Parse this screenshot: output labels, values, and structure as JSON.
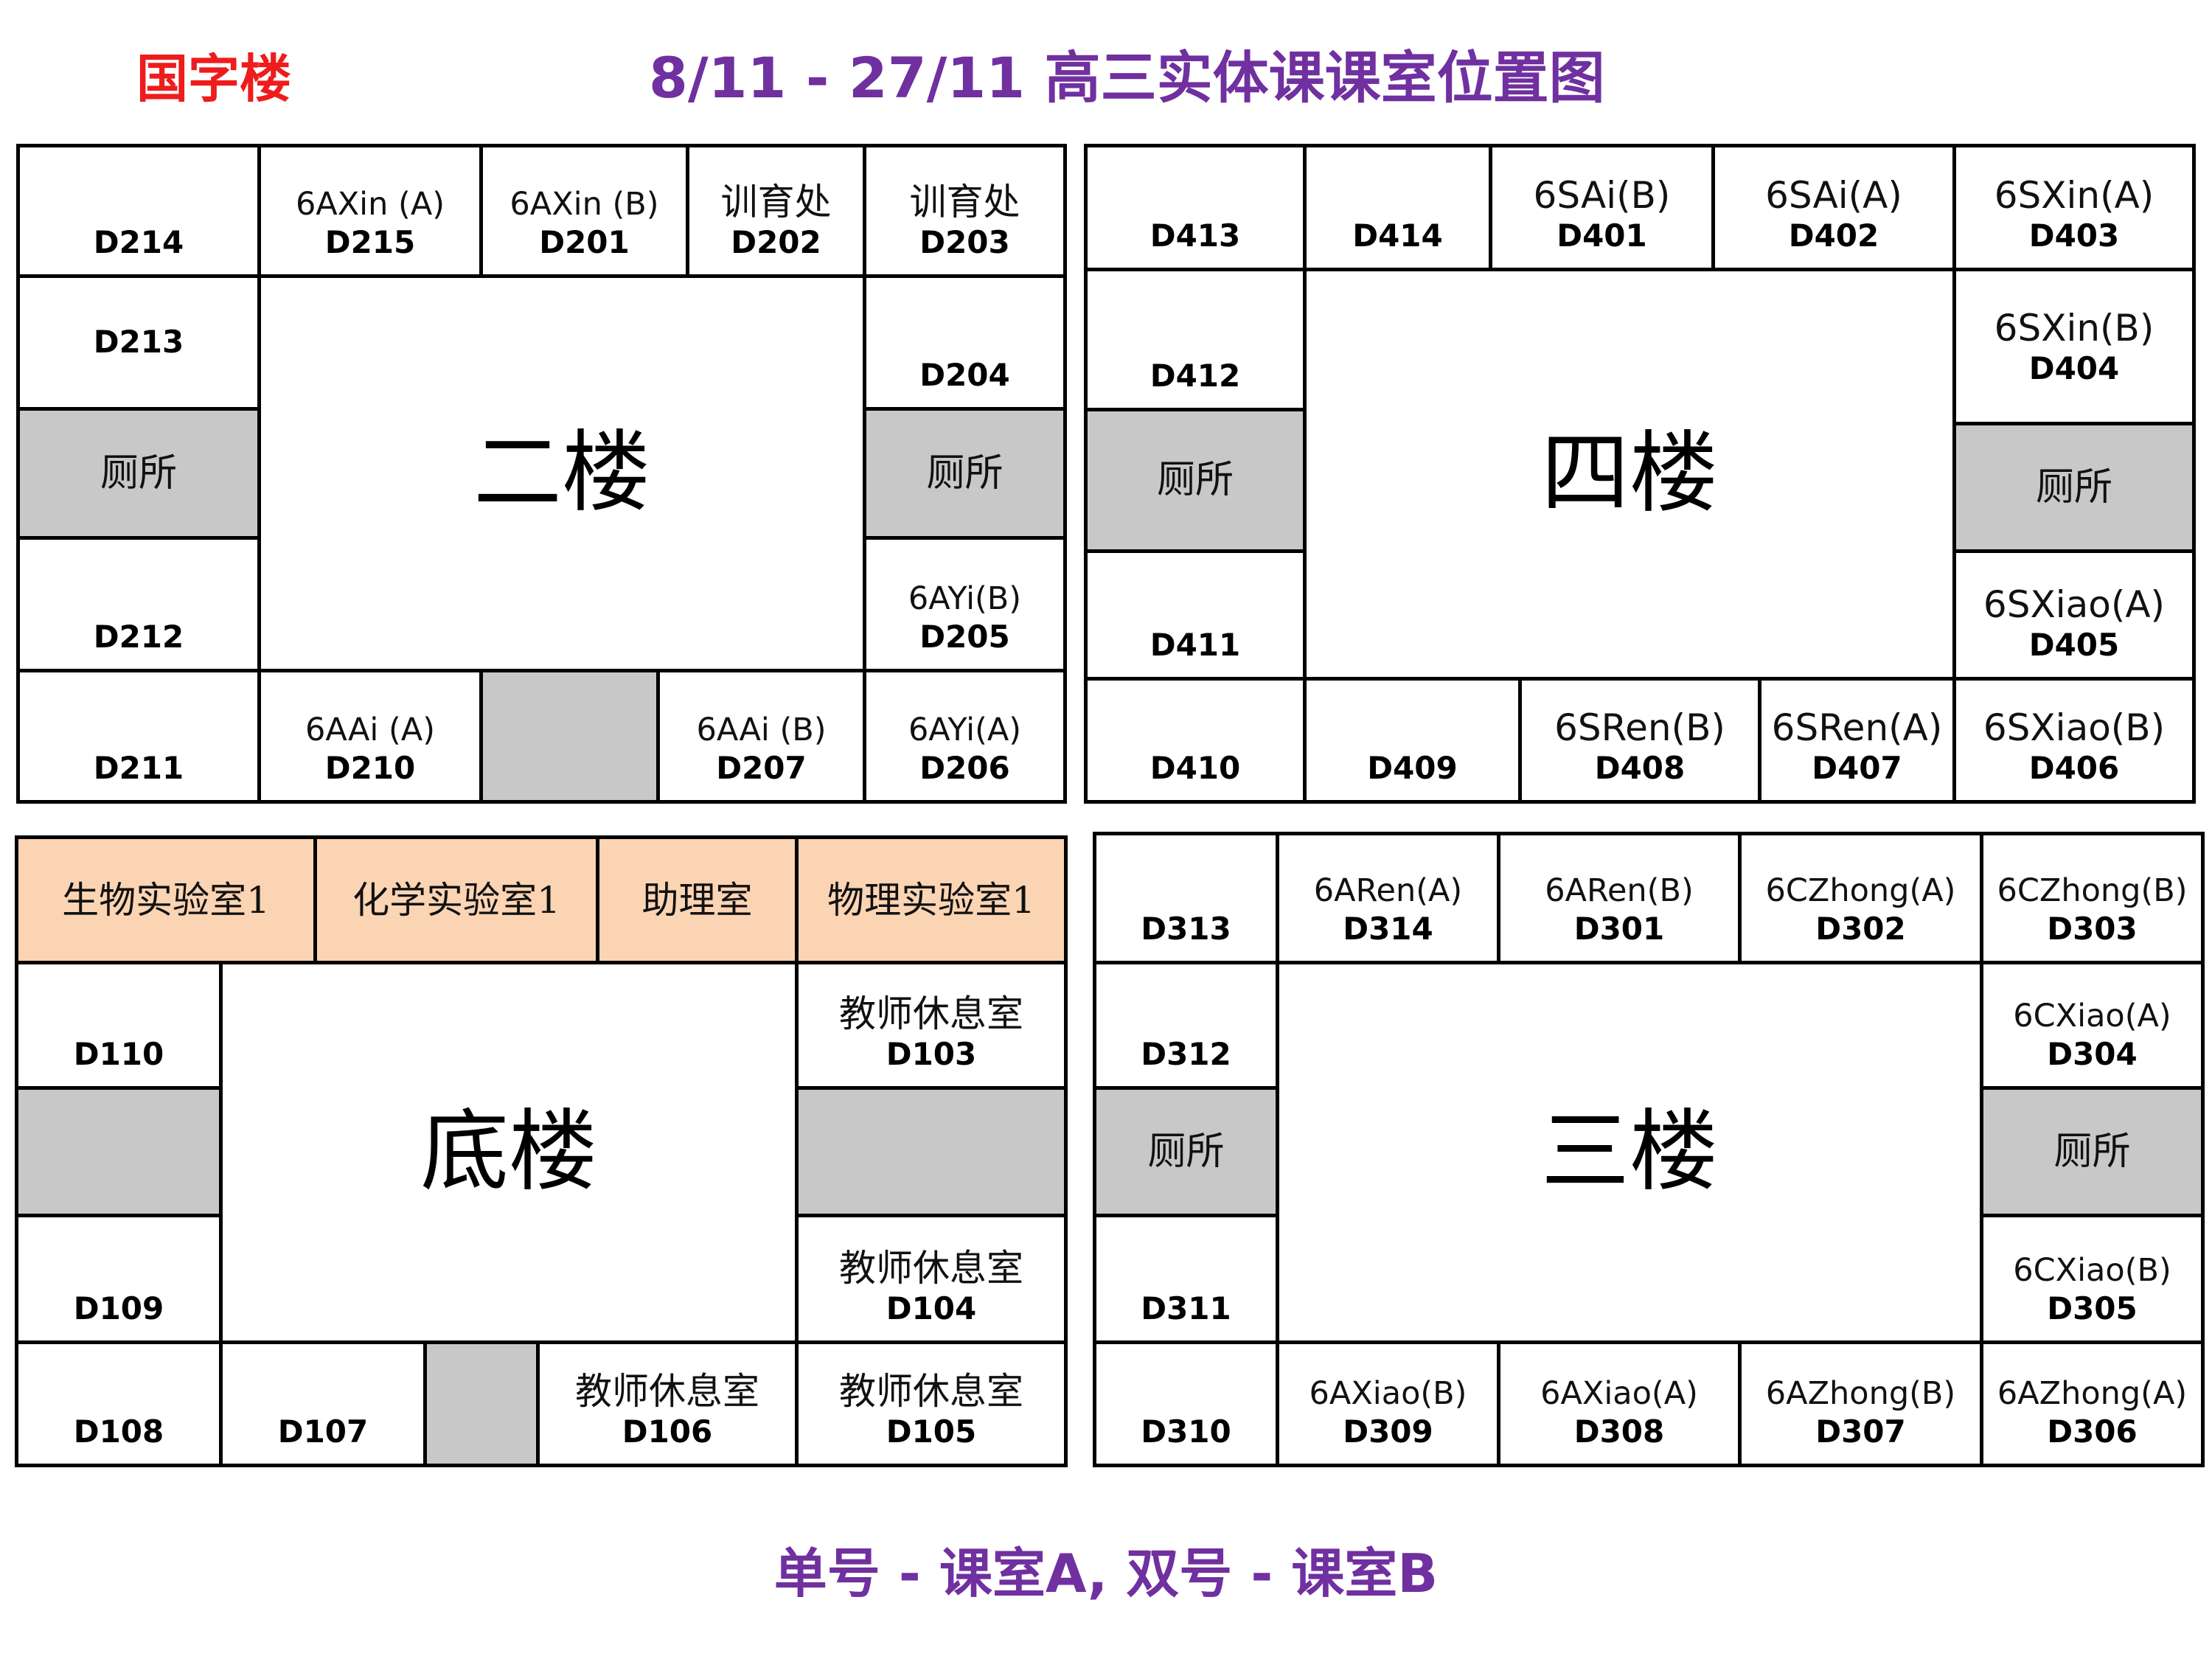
{
  "header": {
    "building": "国字楼",
    "title": "8/11 - 27/11 高三实体课课室位置图"
  },
  "footer": {
    "note": "单号 - 课室A, 双号 - 课室B"
  },
  "colors": {
    "building_label": "#ee1c1c",
    "title": "#7030a0",
    "toilet_fill": "#c8c8c8",
    "lab_fill": "#fbd4b4",
    "border": "#000000"
  },
  "floor2": {
    "hall": "二楼",
    "rooms": {
      "d214": {
        "code": "D214"
      },
      "d215": {
        "code": "D215",
        "cls": "6AXin (A)"
      },
      "d201": {
        "code": "D201",
        "cls": "6AXin (B)"
      },
      "d202": {
        "code": "D202",
        "cls": "训育处"
      },
      "d203": {
        "code": "D203",
        "cls": "训育处"
      },
      "d213": {
        "code": "D213"
      },
      "toilet_left": {
        "cls": "厕所"
      },
      "d212": {
        "code": "D212"
      },
      "d211": {
        "code": "D211"
      },
      "d210": {
        "code": "D210",
        "cls": "6AAi (A)"
      },
      "d207": {
        "code": "D207",
        "cls": "6AAi (B)"
      },
      "d206": {
        "code": "D206",
        "cls": "6AYi(A)"
      },
      "d205": {
        "code": "D205",
        "cls": "6AYi(B)"
      },
      "toilet_right": {
        "cls": "厕所"
      },
      "d204": {
        "code": "D204"
      }
    }
  },
  "floor4": {
    "hall": "四楼",
    "rooms": {
      "d413": {
        "code": "D413"
      },
      "d414": {
        "code": "D414"
      },
      "d401": {
        "code": "D401",
        "cls": "6SAi(B)"
      },
      "d402": {
        "code": "D402",
        "cls": "6SAi(A)"
      },
      "d403": {
        "code": "D403",
        "cls": "6SXin(A)"
      },
      "d412": {
        "code": "D412"
      },
      "toilet_left": {
        "cls": "厕所"
      },
      "d411": {
        "code": "D411"
      },
      "d410": {
        "code": "D410"
      },
      "d409": {
        "code": "D409"
      },
      "d408": {
        "code": "D408",
        "cls": "6SRen(B)"
      },
      "d407": {
        "code": "D407",
        "cls": "6SRen(A)"
      },
      "d406": {
        "code": "D406",
        "cls": "6SXiao(B)"
      },
      "d405": {
        "code": "D405",
        "cls": "6SXiao(A)"
      },
      "toilet_right": {
        "cls": "厕所"
      },
      "d404": {
        "code": "D404",
        "cls": "6SXin(B)"
      }
    }
  },
  "floor1": {
    "hall": "底楼",
    "labs": [
      "生物实验室1",
      "化学实验室1",
      "助理室",
      "物理实验室1"
    ],
    "rooms": {
      "d110": {
        "code": "D110"
      },
      "d109": {
        "code": "D109"
      },
      "d108": {
        "code": "D108"
      },
      "d107": {
        "code": "D107"
      },
      "d106": {
        "code": "D106",
        "cls": "教师休息室"
      },
      "d105": {
        "code": "D105",
        "cls": "教师休息室"
      },
      "d104": {
        "code": "D104",
        "cls": "教师休息室"
      },
      "d103": {
        "code": "D103",
        "cls": "教师休息室"
      }
    }
  },
  "floor3": {
    "hall": "三楼",
    "rooms": {
      "d313": {
        "code": "D313"
      },
      "d314": {
        "code": "D314",
        "cls": "6ARen(A)"
      },
      "d301": {
        "code": "D301",
        "cls": "6ARen(B)"
      },
      "d302": {
        "code": "D302",
        "cls": "6CZhong(A)"
      },
      "d303": {
        "code": "D303",
        "cls": "6CZhong(B)"
      },
      "d312": {
        "code": "D312"
      },
      "toilet_left": {
        "cls": "厕所"
      },
      "d311": {
        "code": "D311"
      },
      "d310": {
        "code": "D310"
      },
      "d309": {
        "code": "D309",
        "cls": "6AXiao(B)"
      },
      "d308": {
        "code": "D308",
        "cls": "6AXiao(A)"
      },
      "d307": {
        "code": "D307",
        "cls": "6AZhong(B)"
      },
      "d306": {
        "code": "D306",
        "cls": "6AZhong(A)"
      },
      "d305": {
        "code": "D305",
        "cls": "6CXiao(B)"
      },
      "toilet_right": {
        "cls": "厕所"
      },
      "d304": {
        "code": "D304",
        "cls": "6CXiao(A)"
      }
    }
  }
}
